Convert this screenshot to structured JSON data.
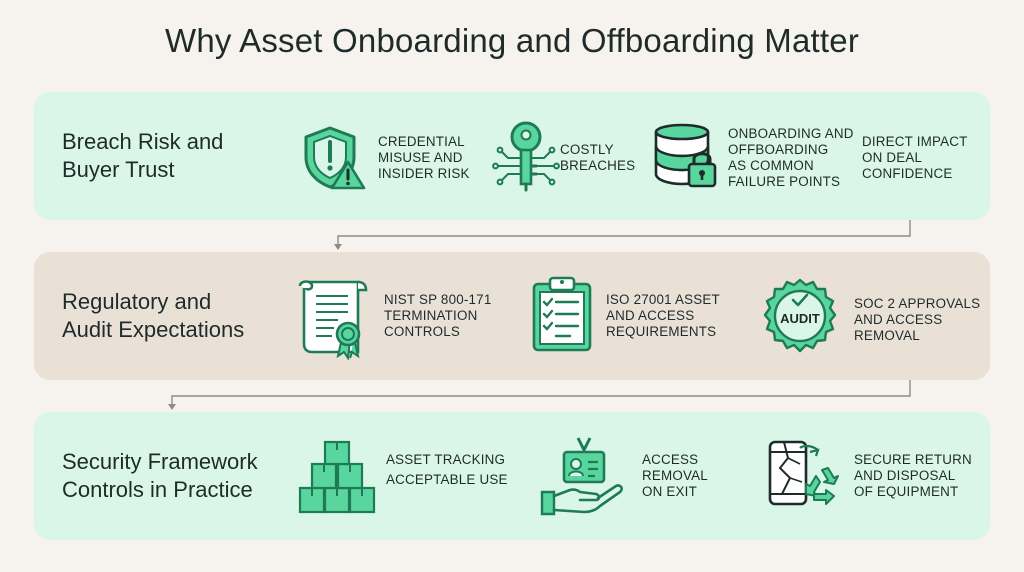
{
  "title": "Why Asset Onboarding and Offboarding Matter",
  "sections": [
    {
      "heading": [
        "Breach Risk and",
        "Buyer Trust"
      ],
      "items": [
        {
          "icon": "shield-warning-icon",
          "lines": [
            "CREDENTIAL",
            "MISUSE AND",
            "INSIDER RISK"
          ]
        },
        {
          "icon": "circuit-key-icon",
          "lines": [
            "COSTLY",
            "BREACHES"
          ]
        },
        {
          "icon": "database-lock-icon",
          "lines": [
            "ONBOARDING AND",
            "OFFBOARDING",
            "AS COMMON",
            "FAILURE POINTS"
          ]
        },
        {
          "icon": "",
          "lines": [
            "DIRECT IMPACT",
            "ON DEAL",
            "CONFIDENCE"
          ]
        }
      ]
    },
    {
      "heading": [
        "Regulatory and",
        "Audit Expectations"
      ],
      "items": [
        {
          "icon": "certificate-scroll-icon",
          "lines": [
            "NIST SP 800-171",
            "TERMINATION",
            "CONTROLS"
          ]
        },
        {
          "icon": "checklist-clipboard-icon",
          "lines": [
            "ISO 27001 ASSET",
            "AND ACCESS",
            "REQUIREMENTS"
          ]
        },
        {
          "icon": "audit-seal-icon",
          "seal_text": "AUDIT",
          "lines": [
            "SOC 2 APPROVALS",
            "AND ACCESS",
            "REMOVAL"
          ]
        }
      ]
    },
    {
      "heading": [
        "Security Framework",
        "Controls in Practice"
      ],
      "items": [
        {
          "icon": "stacked-boxes-icon",
          "lines": [
            "ASSET TRACKING",
            "ACCEPTABLE USE"
          ]
        },
        {
          "icon": "hand-badge-icon",
          "lines": [
            "ACCESS",
            "REMOVAL",
            "ON EXIT"
          ]
        },
        {
          "icon": "broken-phone-recycle-icon",
          "lines": [
            "SECURE RETURN",
            "AND DISPOSAL",
            "OF EQUIPMENT"
          ]
        }
      ]
    }
  ],
  "colors": {
    "accent": "#1f9e6b",
    "accent_fill": "#58d69e",
    "panel_green": "#d9f6e8",
    "panel_tan": "#e9e1d6",
    "connector": "#8f8a84"
  }
}
